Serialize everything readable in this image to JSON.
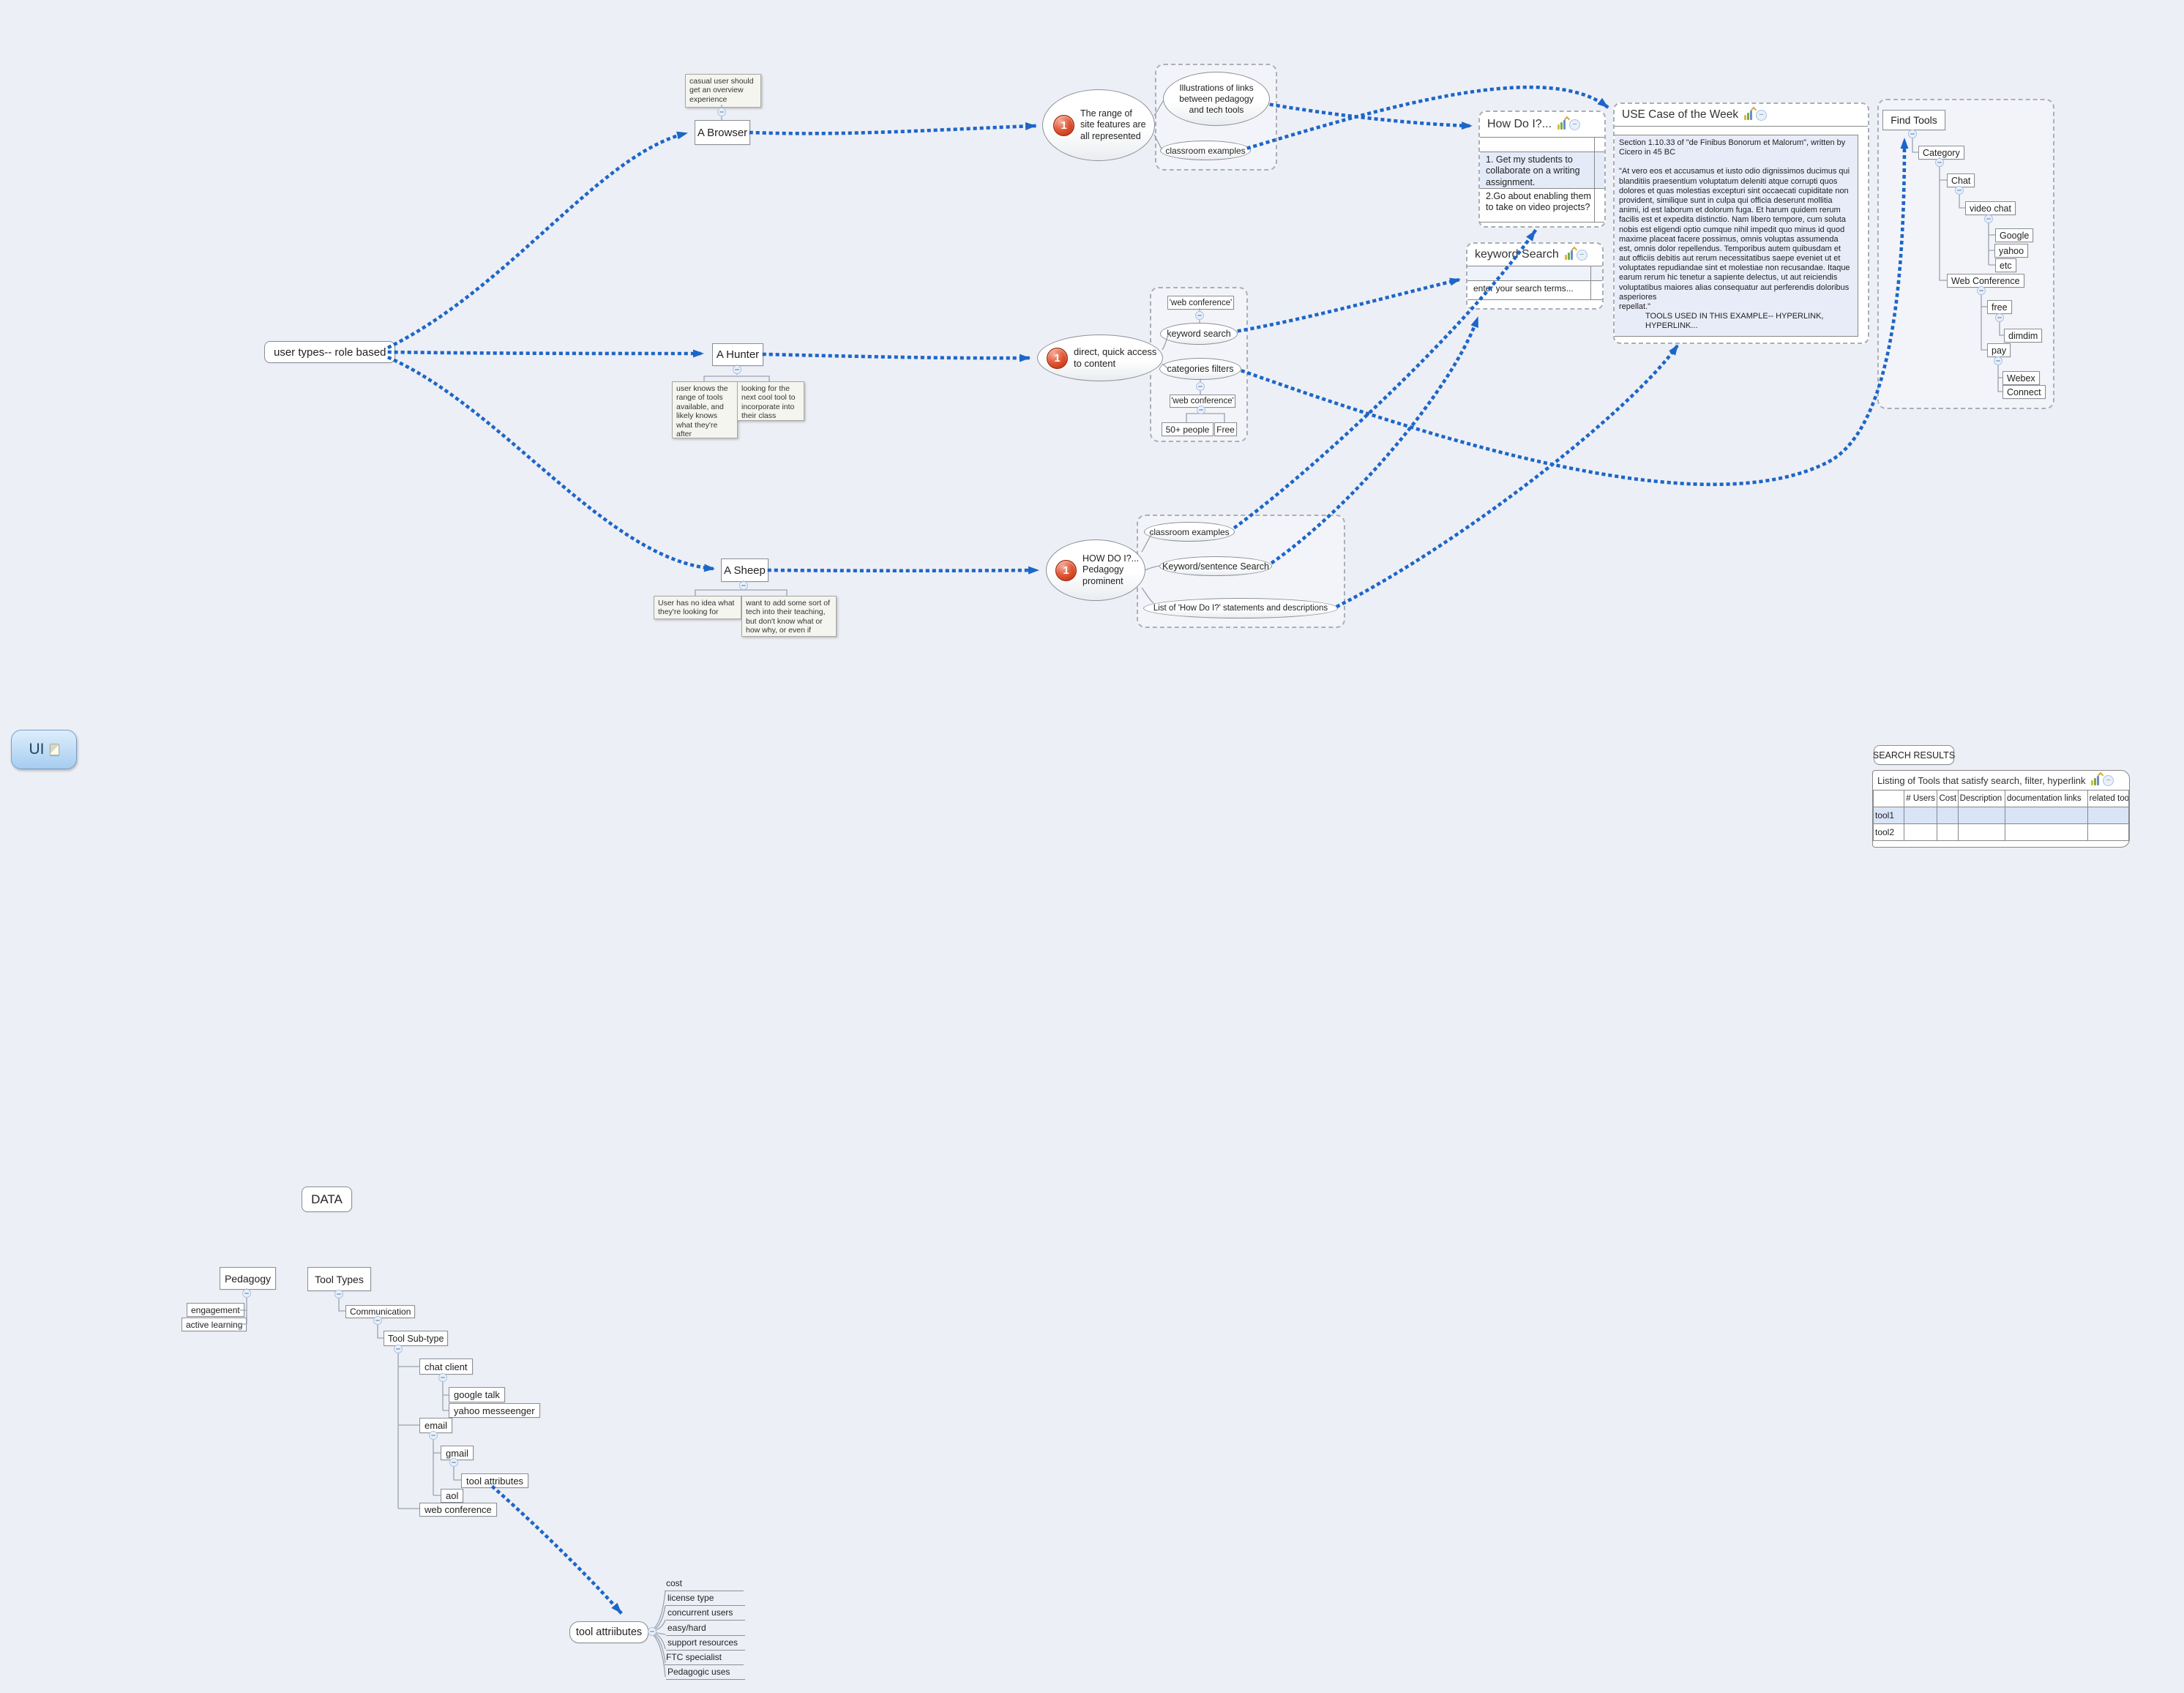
{
  "app": {
    "background": "#edeff6",
    "arrow_color": "#1c66c8",
    "highlight_row_color": "#d9e4f6"
  },
  "root_node": {
    "label": "UI"
  },
  "user_types": {
    "label": "user types-- role based"
  },
  "browser": {
    "label": "A Browser",
    "note": "casual user should get an overview experience",
    "goal": "The range of site features are all represented",
    "goal_badge": "1",
    "children": [
      "Illustrations of links between pedagogy and tech tools",
      "classroom examples"
    ]
  },
  "hunter": {
    "label": "A Hunter",
    "notes": [
      "user knows the range of tools available, and likely knows what they're after",
      "looking for the next cool tool to incorporate into their class"
    ],
    "goal": "direct, quick access to content",
    "goal_badge": "1",
    "keyword_search": {
      "label": "keyword search",
      "example": "'web conference'"
    },
    "categories_filters": {
      "label": "categories filters",
      "example": "'web conference'",
      "filters": [
        "50+ people",
        "Free"
      ]
    }
  },
  "sheep": {
    "label": "A Sheep",
    "notes": [
      "User has no idea what they're looking for",
      "want to add some sort of tech into their teaching, but don't know what or how why, or even if"
    ],
    "goal": "HOW DO I?... Pedagogy prominent",
    "goal_badge": "1",
    "children": [
      "classroom examples",
      "Keyword/sentence Search",
      "List of 'How Do I?' statements and descriptions"
    ]
  },
  "how_do_i_panel": {
    "title": "How Do I?...",
    "rows": [
      "",
      "1. Get my students to collaborate on a writing assignment.",
      "2.Go about enabling them to take on video projects?"
    ]
  },
  "use_case_panel": {
    "title": "USE Case of the Week",
    "body_heading": "Section 1.10.33 of \"de Finibus Bonorum et Malorum\", written by Cicero in 45 BC",
    "body_text": "\"At vero eos et accusamus et iusto odio dignissimos ducimus qui blanditiis praesentium voluptatum deleniti atque corrupti quos dolores et quas molestias excepturi sint occaecati cupiditate non provident, similique sunt in culpa qui officia deserunt mollitia animi, id est laborum et dolorum fuga. Et harum quidem rerum facilis est et expedita distinctio. Nam libero tempore, cum soluta nobis est eligendi optio cumque nihil impedit quo minus id quod maxime placeat facere possimus, omnis voluptas assumenda est, omnis dolor repellendus. Temporibus autem quibusdam et aut officiis debitis aut rerum necessitatibus saepe eveniet ut et voluptates repudiandae sint et molestiae non recusandae. Itaque earum rerum hic tenetur a sapiente delectus, ut aut reiciendis voluptatibus maiores alias consequatur aut perferendis doloribus asperiores\nrepellat.\"",
    "body_footer": "TOOLS USED IN THIS EXAMPLE-- HYPERLINK, HYPERLINK..."
  },
  "keyword_search_panel": {
    "title": "keyword Search",
    "placeholder_row": "enter your search terms..."
  },
  "find_tools_panel": {
    "title": "Find Tools",
    "nodes": [
      {
        "label": "Category"
      },
      {
        "label": "Chat"
      },
      {
        "label": "video chat"
      },
      {
        "label": "Google"
      },
      {
        "label": "yahoo"
      },
      {
        "label": "etc"
      },
      {
        "label": "Web Conference"
      },
      {
        "label": "free"
      },
      {
        "label": "dimdim"
      },
      {
        "label": "pay"
      },
      {
        "label": "Webex"
      },
      {
        "label": "Connect"
      }
    ]
  },
  "search_results": {
    "label": "SEARCH RESULTS",
    "table_title": "Listing of Tools that satisfy search, filter, hyperlink",
    "columns": [
      "",
      "# Users",
      "Cost",
      "Description",
      "documentation links",
      "related tools"
    ],
    "rows": [
      {
        "name": "tool1"
      },
      {
        "name": "tool2"
      }
    ]
  },
  "data_section": {
    "label": "DATA",
    "pedagogy": {
      "label": "Pedagogy",
      "children": [
        "engagement",
        "active learning"
      ]
    },
    "tool_types": {
      "label": "Tool Types",
      "communication": "Communication",
      "tool_sub_type": "Tool Sub-type",
      "chat_client": {
        "label": "chat client",
        "children": [
          "google talk",
          "yahoo messeenger"
        ]
      },
      "email": {
        "label": "email",
        "gmail": "gmail",
        "gmail_child": "tool attributes",
        "aol": "aol"
      },
      "web_conference": "web conference"
    },
    "tool_attributes": {
      "label": "tool attriibutes",
      "attributes": [
        "cost",
        "license type",
        "concurrent users",
        "easy/hard",
        "support resources",
        "FTC specialist",
        "Pedagogic uses"
      ]
    }
  }
}
